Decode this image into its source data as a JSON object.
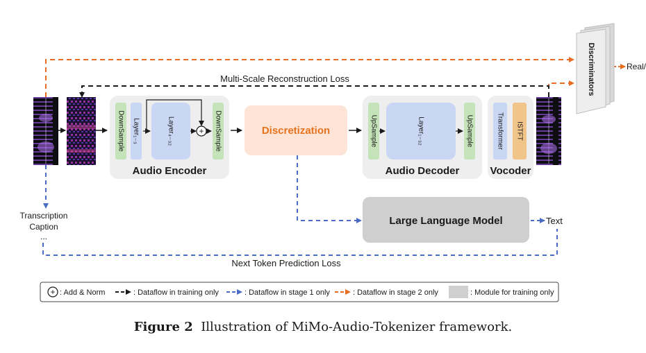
{
  "diagram": {
    "top_loss_label": "Multi-Scale Reconstruction Loss",
    "discriminators_label": "Discriminators",
    "real_fake_label": "Real/F",
    "audio_encoder": {
      "title": "Audio Encoder",
      "downsample_in": "DownSample",
      "layer_first": "Layer₁₋₃",
      "layer_rest": "Layer₄₋₃₂",
      "downsample_out": "DownSample"
    },
    "discretization_label": "Discretization",
    "audio_decoder": {
      "title": "Audio Decoder",
      "upsample_in": "UpSample",
      "layers": "Layer₁₋₃₂",
      "upsample_out": "UpSample"
    },
    "vocoder": {
      "title": "Vocoder",
      "transformer": "Transformer",
      "istft": "ISTFT"
    },
    "llm_label": "Large Language Model",
    "text_output_label": "Text",
    "transcription_label": "Transcription",
    "caption_label": "Caption",
    "ellipsis": "...",
    "bottom_loss_label": "Next Token Prediction Loss",
    "add_symbol": "+"
  },
  "legend": {
    "add_norm": ": Add & Norm",
    "training_only": ": Dataflow in training only",
    "stage1_only": ": Dataflow in stage 1 only",
    "stage2_only": ": Dataflow in stage 2 only",
    "module_training_only": ": Module for training only"
  },
  "figure_caption": {
    "prefix": "Figure 2",
    "text": "Illustration of MiMo-Audio-Tokenizer framework."
  },
  "colors": {
    "black_dash": "#1a1a1a",
    "blue_dash": "#4a6cc4",
    "orange_dash": "#e86d22",
    "module_gray": "#cfcfcf",
    "group_bg": "#eeeeee",
    "layer_blue": "#c9d7f5",
    "sample_green": "#c5e3b8",
    "discretization_bg": "#fde4d6",
    "discretization_text": "#e8731e",
    "istft_orange": "#f1c58a",
    "spectrogram_purple": "#9b3cc8"
  }
}
